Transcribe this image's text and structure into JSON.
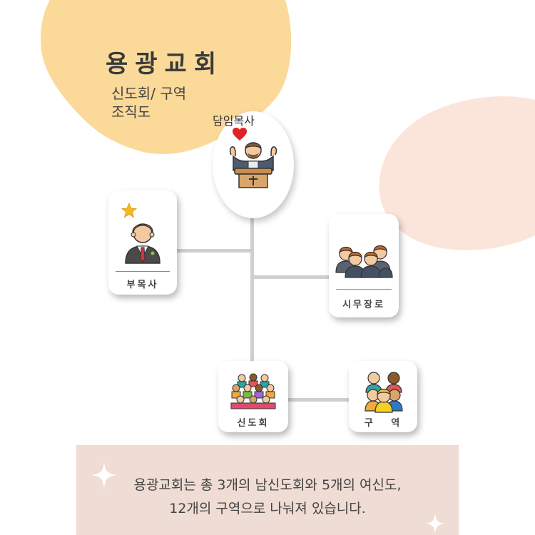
{
  "header": {
    "title": "용광교회",
    "subtitle_line1": "신도회/ 구역",
    "subtitle_line2": "조직도"
  },
  "nodes": {
    "senior_pastor": {
      "label": "담임목사",
      "icon": "pastor-at-pulpit-icon"
    },
    "associate_pastor": {
      "label": "부목사",
      "icon": "man-in-suit-icon"
    },
    "elders": {
      "label": "시무장로",
      "icon": "group-of-elders-icon"
    },
    "fellowship": {
      "label": "신도회",
      "icon": "congregation-icon"
    },
    "district": {
      "label": "구   역",
      "icon": "small-group-icon"
    }
  },
  "footer": {
    "line1": "용광교회는 총 3개의 남신도회와 5개의 여신도,",
    "line2": "12개의 구역으로 나눠져 있습니다."
  },
  "colors": {
    "header_blob": "#fbd999",
    "right_blob": "#fbe5da",
    "note_bg": "#efdcd4",
    "connector": "#cfcfcf",
    "heart": "#e02424",
    "star": "#f5b820"
  }
}
